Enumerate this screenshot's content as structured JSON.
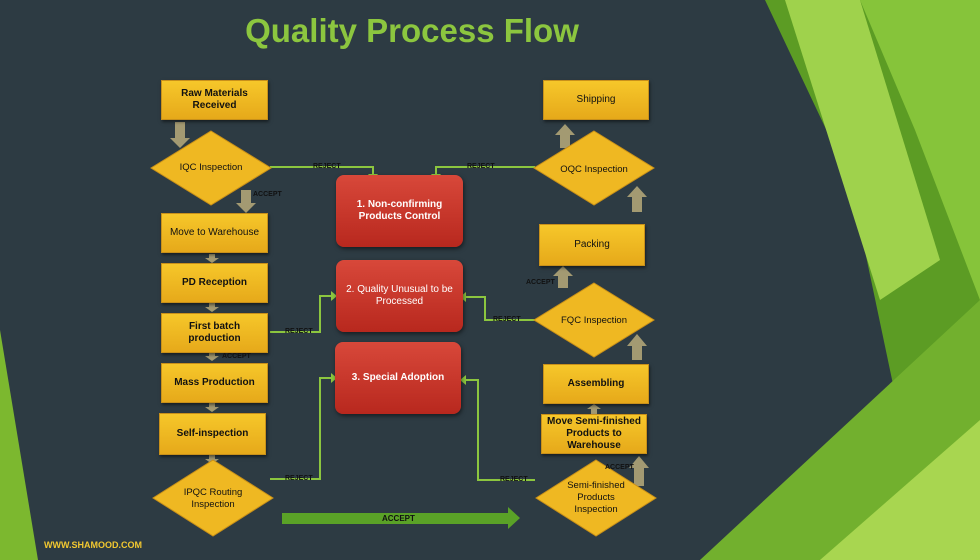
{
  "title": "Quality Process Flow",
  "footer": "WWW.SHAMOOD.COM",
  "left_flow": {
    "raw_materials": "Raw Materials Received",
    "iqc": "IQC Inspection",
    "move_warehouse": "Move to Warehouse",
    "pd_reception": "PD Reception",
    "first_batch": "First batch production",
    "mass_production": "Mass Production",
    "self_inspection": "Self-inspection",
    "ipqc": "IPQC Routing Inspection"
  },
  "center": {
    "non_conforming": "1. Non-confirming Products Control",
    "quality_unusual": "2. Quality Unusual to be Processed",
    "special_adoption": "3. Special Adoption"
  },
  "right_flow": {
    "shipping": "Shipping",
    "oqc": "OQC Inspection",
    "packing": "Packing",
    "fqc": "FQC Inspection",
    "assembling": "Assembling",
    "move_semi": "Move Semi-finished Products to Warehouse",
    "semi_inspection": "Semi-finished Products Inspection"
  },
  "labels": {
    "reject": "REJECT",
    "accept": "ACCEPT"
  },
  "colors": {
    "background": "#2d3b43",
    "title": "#8cc63f",
    "box": "#f2bb22",
    "control_box": "#c8382c",
    "connector": "#8cc63f",
    "step_arrow": "#a39a72"
  }
}
